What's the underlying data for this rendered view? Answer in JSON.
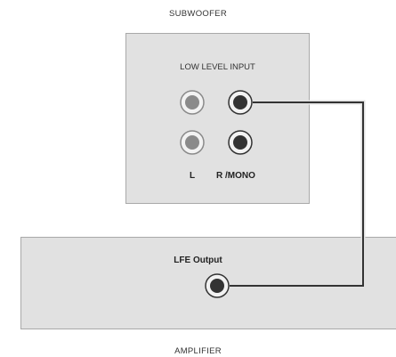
{
  "subwoofer": {
    "title": "SUBWOOFER",
    "input_label": "LOW LEVEL INPUT",
    "left_label": "L",
    "right_label": "R /MONO"
  },
  "amplifier": {
    "title": "AMPLIFIER",
    "output_label": "LFE Output"
  },
  "colors": {
    "panel": "#e1e1e1",
    "cable": "#333333",
    "jack_active": "#333333",
    "jack_inactive": "#888888"
  }
}
